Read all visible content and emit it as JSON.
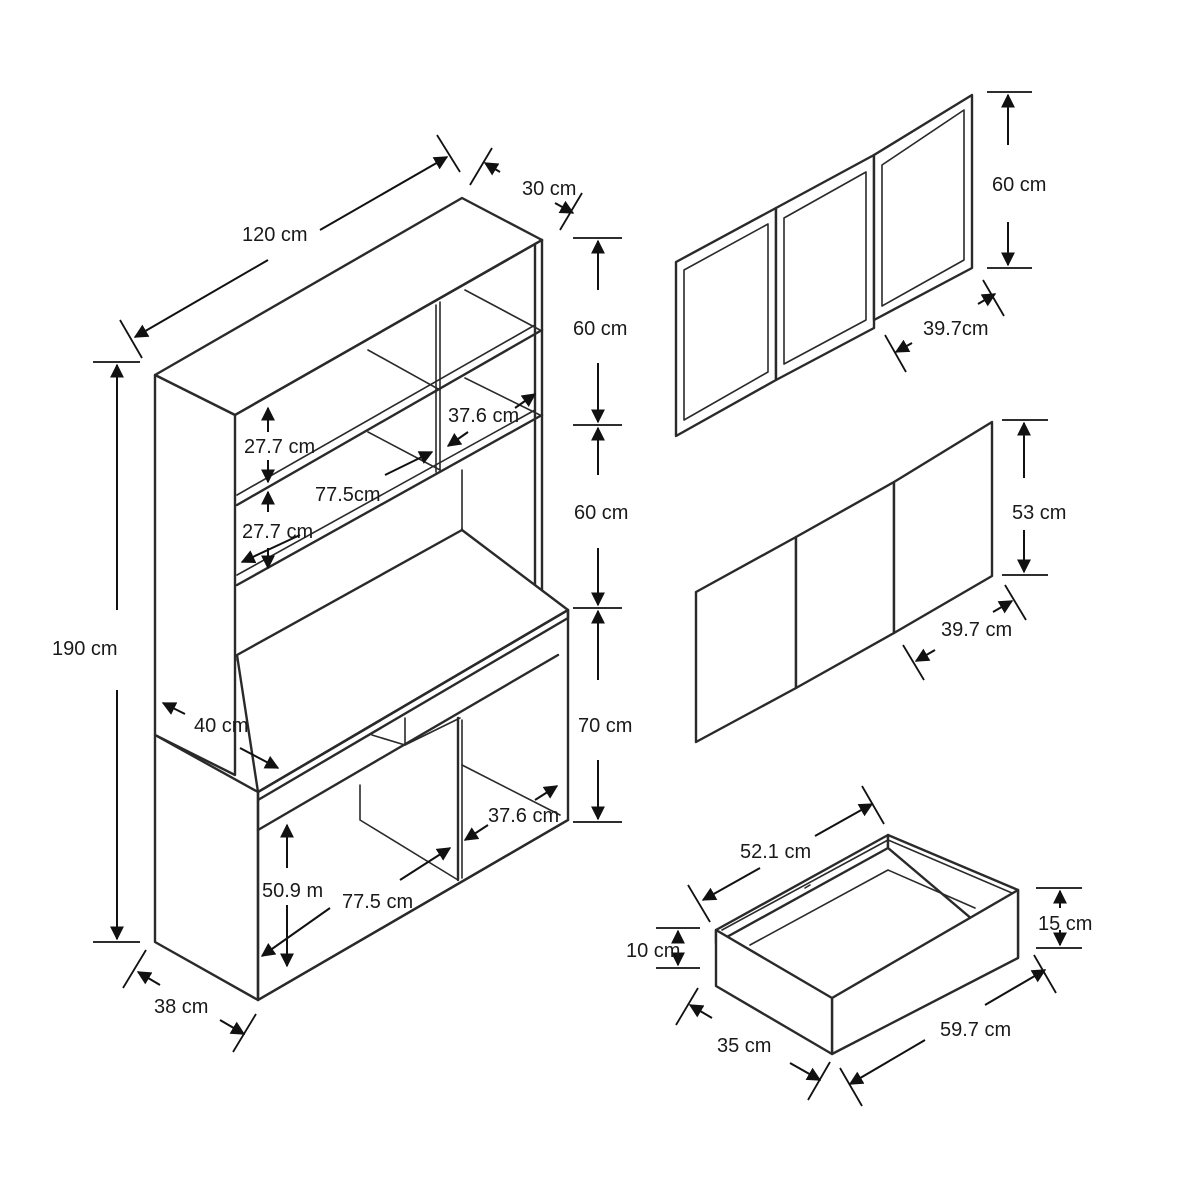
{
  "cabinet": {
    "width_label": "120 cm",
    "top_depth_label": "30 cm",
    "total_height_label": "190 cm",
    "top_section_height_label": "60 cm",
    "middle_section_height_label": "60 cm",
    "bottom_section_height_label": "70 cm",
    "upper_shelf_gap_1_label": "27.7 cm",
    "upper_shelf_gap_2_label": "27.7 cm",
    "upper_inner_width_label": "77.5cm",
    "upper_side_depth_label": "37.6 cm",
    "counter_depth_label": "40 cm",
    "lower_side_depth_label": "37.6 cm",
    "lower_inner_height_label": "50.9 m",
    "lower_inner_width_label": "77.5 cm",
    "base_depth_label": "38 cm"
  },
  "glass_doors": {
    "height_label": "60 cm",
    "width_label": "39.7cm"
  },
  "solid_doors": {
    "height_label": "53 cm",
    "width_label": "39.7 cm"
  },
  "drawer": {
    "inner_width_label": "52.1 cm",
    "front_height_label": "10 cm",
    "side_height_label": "15 cm",
    "depth_label": "35 cm",
    "outer_width_label": "59.7 cm"
  }
}
